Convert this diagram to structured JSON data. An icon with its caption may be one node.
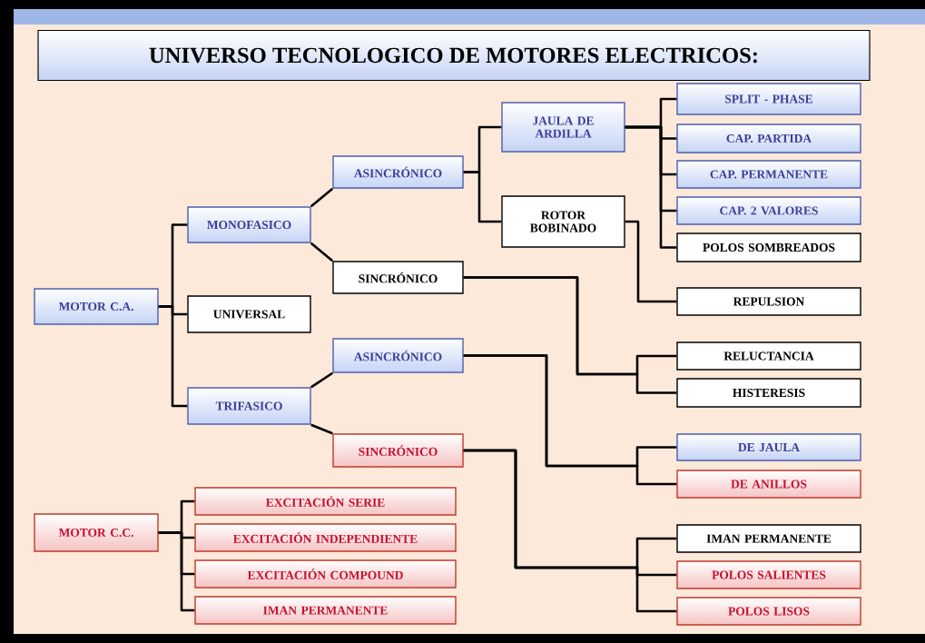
{
  "diagram": {
    "title": "UNIVERSO TECNOLOGICO DE MOTORES ELECTRICOS:",
    "nodes": [
      {
        "text": [
          "MOTOR C.A."
        ]
      },
      {
        "text": [
          "MONOFASICO"
        ]
      },
      {
        "text": [
          "UNIVERSAL"
        ]
      },
      {
        "text": [
          "TRIFASICO"
        ]
      },
      {
        "text": [
          "ASINCRÓNICO"
        ]
      },
      {
        "text": [
          "SINCRÓNICO"
        ]
      },
      {
        "text": [
          "ASINCRÓNICO"
        ]
      },
      {
        "text": [
          "SINCRÓNICO"
        ]
      },
      {
        "text": [
          "JAULA DE ARDILLA"
        ]
      },
      {
        "text": [
          "ROTOR BOBINADO"
        ]
      },
      {
        "text": [
          "SPLIT - PHASE"
        ]
      },
      {
        "text": [
          "CAP. PARTIDA"
        ]
      },
      {
        "text": [
          "CAP. PERMANENTE"
        ]
      },
      {
        "text": [
          "CAP. 2 VALORES"
        ]
      },
      {
        "text": [
          "POLOS SOMBREADOS"
        ]
      },
      {
        "text": [
          "REPULSION"
        ]
      },
      {
        "text": [
          "RELUCTANCIA"
        ]
      },
      {
        "text": [
          "HISTERESIS"
        ]
      },
      {
        "text": [
          "DE JAULA"
        ]
      },
      {
        "text": [
          "DE ANILLOS"
        ]
      },
      {
        "text": [
          "IMAN PERMANENTE"
        ]
      },
      {
        "text": [
          "POLOS SALIENTES"
        ]
      },
      {
        "text": [
          "POLOS LISOS"
        ]
      },
      {
        "text": [
          "MOTOR C.C."
        ]
      },
      {
        "text": [
          "EXCITACIÓN SERIE"
        ]
      },
      {
        "text": [
          "EXCITACIÓN INDEPENDIENTE"
        ]
      },
      {
        "text": [
          "EXCITACIÓN COMPOUND"
        ]
      },
      {
        "text": [
          "IMAN PERMANENTE"
        ]
      }
    ],
    "edges": [
      {
        "from": 0,
        "to": 1,
        "arrow": "none"
      },
      {
        "from": 0,
        "to": 2,
        "arrow": "none"
      },
      {
        "from": 0,
        "to": 3,
        "arrow": "none"
      },
      {
        "from": 1,
        "to": 4,
        "arrow": "none"
      },
      {
        "from": 1,
        "to": 5,
        "arrow": "none"
      },
      {
        "from": 3,
        "to": 6,
        "arrow": "none"
      },
      {
        "from": 3,
        "to": 7,
        "arrow": "none"
      },
      {
        "from": 4,
        "to": 8,
        "arrow": "none"
      },
      {
        "from": 4,
        "to": 9,
        "arrow": "none"
      },
      {
        "from": 8,
        "to": 10,
        "arrow": "none"
      },
      {
        "from": 8,
        "to": 11,
        "arrow": "none"
      },
      {
        "from": 8,
        "to": 12,
        "arrow": "none"
      },
      {
        "from": 8,
        "to": 13,
        "arrow": "none"
      },
      {
        "from": 8,
        "to": 14,
        "arrow": "none"
      },
      {
        "from": 9,
        "to": 15,
        "arrow": "none"
      },
      {
        "from": 5,
        "to": 16,
        "arrow": "none"
      },
      {
        "from": 5,
        "to": 17,
        "arrow": "none"
      },
      {
        "from": 6,
        "to": 18,
        "arrow": "none"
      },
      {
        "from": 6,
        "to": 19,
        "arrow": "none"
      },
      {
        "from": 7,
        "to": 20,
        "arrow": "none"
      },
      {
        "from": 7,
        "to": 21,
        "arrow": "none"
      },
      {
        "from": 7,
        "to": 22,
        "arrow": "none"
      },
      {
        "from": 23,
        "to": 24,
        "arrow": "none"
      },
      {
        "from": 23,
        "to": 25,
        "arrow": "none"
      },
      {
        "from": 23,
        "to": 26,
        "arrow": "none"
      },
      {
        "from": 23,
        "to": 27,
        "arrow": "none"
      }
    ]
  }
}
